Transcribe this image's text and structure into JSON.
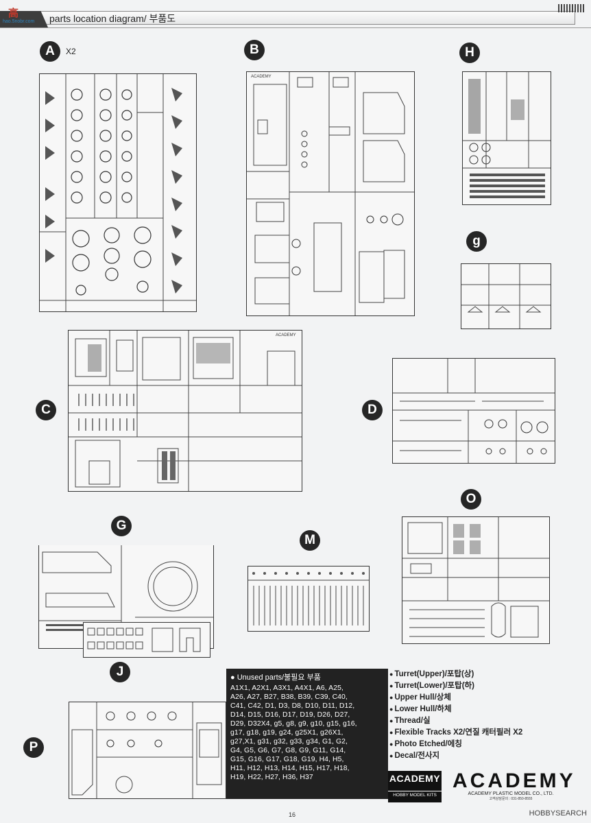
{
  "header": {
    "title": "parts location diagram/ 부품도",
    "site_logo_text": "高",
    "site_logo_url": "hao.5nobr.com"
  },
  "sprues": {
    "A": {
      "letter": "A",
      "multiplier": "X2"
    },
    "B": {
      "letter": "B",
      "brand": "ACADEMY"
    },
    "H": {
      "letter": "H"
    },
    "g": {
      "letter": "g"
    },
    "C": {
      "letter": "C",
      "brand": "ACADEMY"
    },
    "D": {
      "letter": "D"
    },
    "O": {
      "letter": "O"
    },
    "G": {
      "letter": "G"
    },
    "M": {
      "letter": "M"
    },
    "J": {
      "letter": "J"
    },
    "P": {
      "letter": "P"
    }
  },
  "unused": {
    "heading": "Unused parts/불필요 부품",
    "lines": [
      "A1X1, A2X1, A3X1, A4X1, A6, A25,",
      "A26, A27, B27, B38, B39, C39, C40,",
      "C41, C42, D1, D3, D8, D10, D11, D12,",
      "D14, D15, D16, D17, D19, D26, D27,",
      "D29, D32X4, g5, g8, g9, g10, g15, g16,",
      "g17, g18, g19, g24, g25X1, g26X1,",
      "g27,X1, g31, g32, g33, g34, G1, G2,",
      "G4, G5, G6, G7, G8, G9, G11, G14,",
      "G15, G16, G17, G18, G19, H4, H5,",
      "H11, H12, H13, H14, H15, H17, H18,",
      "H19, H22, H27, H36, H37"
    ]
  },
  "key_items": [
    "Turret(Upper)/포탑(상)",
    "Turret(Lower)/포탑(하)",
    "Upper Hull/상체",
    "Lower Hull/하체",
    "Thread/실",
    "Flexible Tracks X2/연질 캐터필러 X2",
    "Photo Etched/에칭",
    "Decal/전사지"
  ],
  "brand": {
    "badge_title": "ACADEMY",
    "badge_sub": "HOBBY MODEL KITS",
    "logo": "ACADEMY",
    "logo_sub": "ACADEMY PLASTIC MODEL CO., LTD.",
    "logo_tiny": "고객상담문의 : 031-850-8555"
  },
  "footer": {
    "page_number": "16",
    "watermark": "HOBBYSEARCH"
  }
}
